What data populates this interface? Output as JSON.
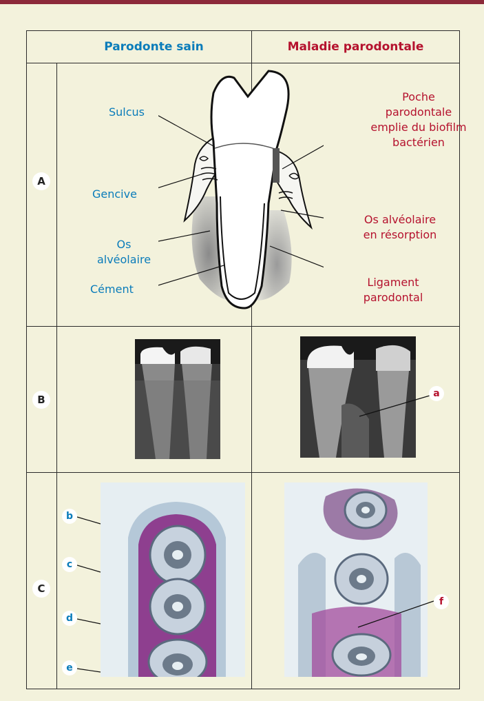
{
  "columns": {
    "healthy": "Parodonte sain",
    "disease": "Maladie parodontale"
  },
  "rows": [
    "A",
    "B",
    "C"
  ],
  "row_a": {
    "left_labels": {
      "sulcus": "Sulcus",
      "gencive": "Gencive",
      "os_line1": "Os",
      "os_line2": "alvéolaire",
      "cement": "Cément"
    },
    "right_labels": {
      "poche_1": "Poche",
      "poche_2": "parodontale",
      "poche_3": "emplie du biofilm",
      "poche_4": "bactérien",
      "osr_1": "Os alvéolaire",
      "osr_2": "en résorption",
      "lig_1": "Ligament",
      "lig_2": "parodontal"
    }
  },
  "row_b": {
    "marker": "a"
  },
  "row_c": {
    "left_markers": [
      "b",
      "c",
      "d",
      "e"
    ],
    "right_marker": "f"
  },
  "colors": {
    "accent_bar": "#8c2a3a",
    "healthy_blue": "#0a7cba",
    "disease_red": "#b5122e",
    "background": "#f3f2dc"
  }
}
